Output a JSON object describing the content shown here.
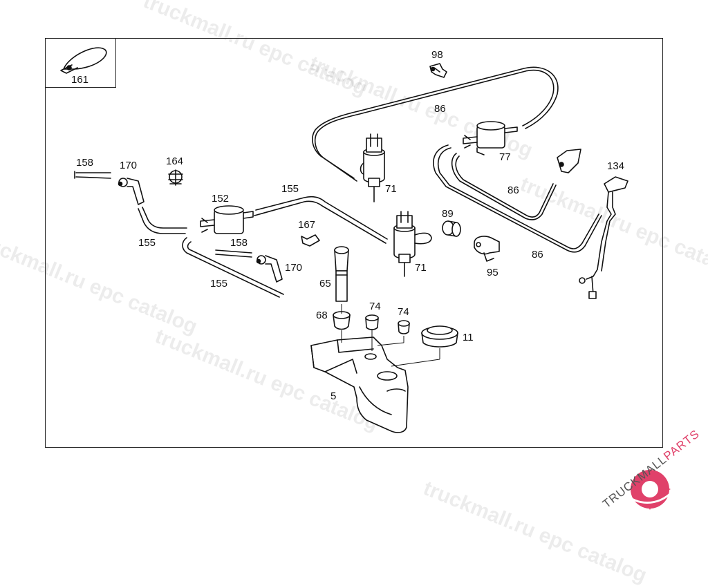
{
  "diagram": {
    "labels": {
      "p161": "161",
      "p98": "98",
      "p86a": "86",
      "p86b": "86",
      "p86c": "86",
      "p77": "77",
      "p134": "134",
      "p158a": "158",
      "p170a": "170",
      "p164": "164",
      "p152": "152",
      "p155a": "155",
      "p155b": "155",
      "p155c": "155",
      "p71a": "71",
      "p71b": "71",
      "p89": "89",
      "p95": "95",
      "p167": "167",
      "p158b": "158",
      "p170b": "170",
      "p65": "65",
      "p68": "68",
      "p74a": "74",
      "p74b": "74",
      "p11": "11",
      "p5": "5"
    }
  },
  "watermark": {
    "text": "truckmall.ru epc catalog"
  },
  "logo": {
    "brand_a": "TRUCKMALL",
    "brand_b": "PARTS",
    "colors": {
      "brand_a": "#555555",
      "brand_b": "#e0416a",
      "gear": "#e0416a"
    }
  }
}
